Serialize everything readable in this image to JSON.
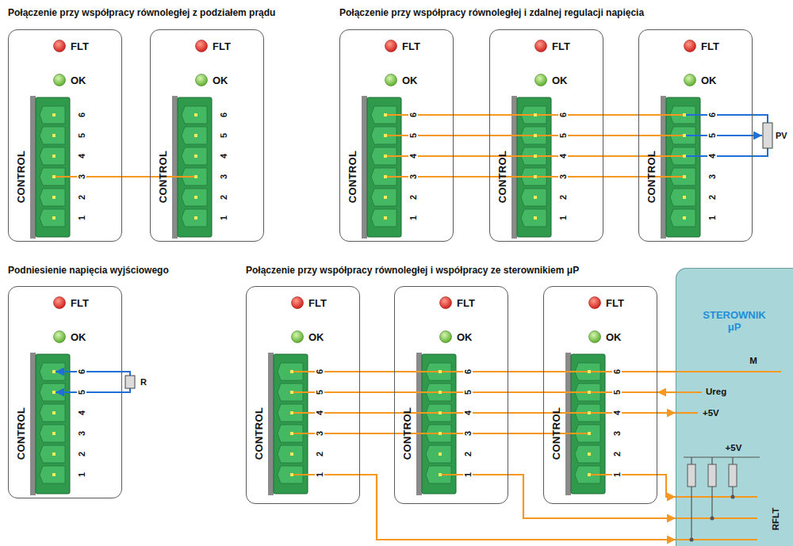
{
  "diagram": {
    "nodes": [
      {
        "text": [
          "FLT",
          "OK",
          "CONTROL"
        ]
      },
      {
        "text": [
          "FLT",
          "OK",
          "CONTROL"
        ]
      },
      {
        "text": [
          "FLT",
          "OK",
          "CONTROL"
        ]
      },
      {
        "text": [
          "FLT",
          "OK",
          "CONTROL"
        ]
      },
      {
        "text": [
          "FLT",
          "OK",
          "CONTROL"
        ]
      },
      {
        "text": [
          "FLT",
          "OK",
          "CONTROL"
        ]
      },
      {
        "text": [
          "FLT",
          "OK",
          "CONTROL"
        ]
      },
      {
        "text": [
          "FLT",
          "OK",
          "CONTROL"
        ]
      },
      {
        "text": [
          "FLT",
          "OK",
          "CONTROL"
        ]
      },
      {
        "text": [
          "STEROWNIK μP"
        ]
      }
    ],
    "edges": [
      {
        "from": 0,
        "to": 1,
        "arrow": "none"
      },
      {
        "from": 2,
        "to": 3,
        "arrow": "none"
      },
      {
        "from": 2,
        "to": 3,
        "arrow": "none"
      },
      {
        "from": 2,
        "to": 3,
        "arrow": "none"
      },
      {
        "from": 2,
        "to": 3,
        "arrow": "none"
      },
      {
        "from": 3,
        "to": 4,
        "arrow": "none"
      },
      {
        "from": 3,
        "to": 4,
        "arrow": "none"
      },
      {
        "from": 3,
        "to": 4,
        "arrow": "none"
      },
      {
        "from": 3,
        "to": 4,
        "arrow": "none"
      },
      {
        "from": 6,
        "to": 7,
        "arrow": "none"
      },
      {
        "from": 6,
        "to": 7,
        "arrow": "none"
      },
      {
        "from": 6,
        "to": 7,
        "arrow": "none"
      },
      {
        "from": 6,
        "to": 7,
        "arrow": "none"
      },
      {
        "from": 7,
        "to": 8,
        "arrow": "none"
      },
      {
        "from": 7,
        "to": 8,
        "arrow": "none"
      },
      {
        "from": 7,
        "to": 8,
        "arrow": "none"
      },
      {
        "from": 7,
        "to": 8,
        "arrow": "none"
      },
      {
        "from": 8,
        "to": 9,
        "arrow": "none"
      },
      {
        "from": 9,
        "to": 8,
        "arrow": "to"
      },
      {
        "from": 8,
        "to": 9,
        "arrow": "to"
      },
      {
        "from": 8,
        "to": 9,
        "arrow": "to"
      },
      {
        "from": 7,
        "to": 9,
        "arrow": "to"
      },
      {
        "from": 6,
        "to": 9,
        "arrow": "to"
      }
    ],
    "labels": [
      "Połączenie przy współpracy równoległej z podziałem prądu",
      "Połączenie przy współpracy równoległej i zdalnej regulacji napięcia",
      "Podniesienie napięcia wyjściowego",
      "Połączenie przy współpracy równoległej i współpracy ze sterownikiem μP",
      "6",
      "5",
      "4",
      "3",
      "2",
      "1",
      "6",
      "5",
      "4",
      "3",
      "2",
      "1",
      "6",
      "5",
      "4",
      "3",
      "2",
      "1",
      "6",
      "5",
      "4",
      "3",
      "2",
      "1",
      "6",
      "5",
      "4",
      "3",
      "2",
      "1",
      "6",
      "5",
      "4",
      "3",
      "2",
      "1",
      "6",
      "5",
      "4",
      "3",
      "2",
      "1",
      "6",
      "5",
      "4",
      "3",
      "2",
      "1",
      "6",
      "5",
      "4",
      "3",
      "2",
      "1",
      "PV",
      "R",
      "M",
      "Ureg",
      "+5V",
      "+5V",
      "RFLT"
    ]
  }
}
